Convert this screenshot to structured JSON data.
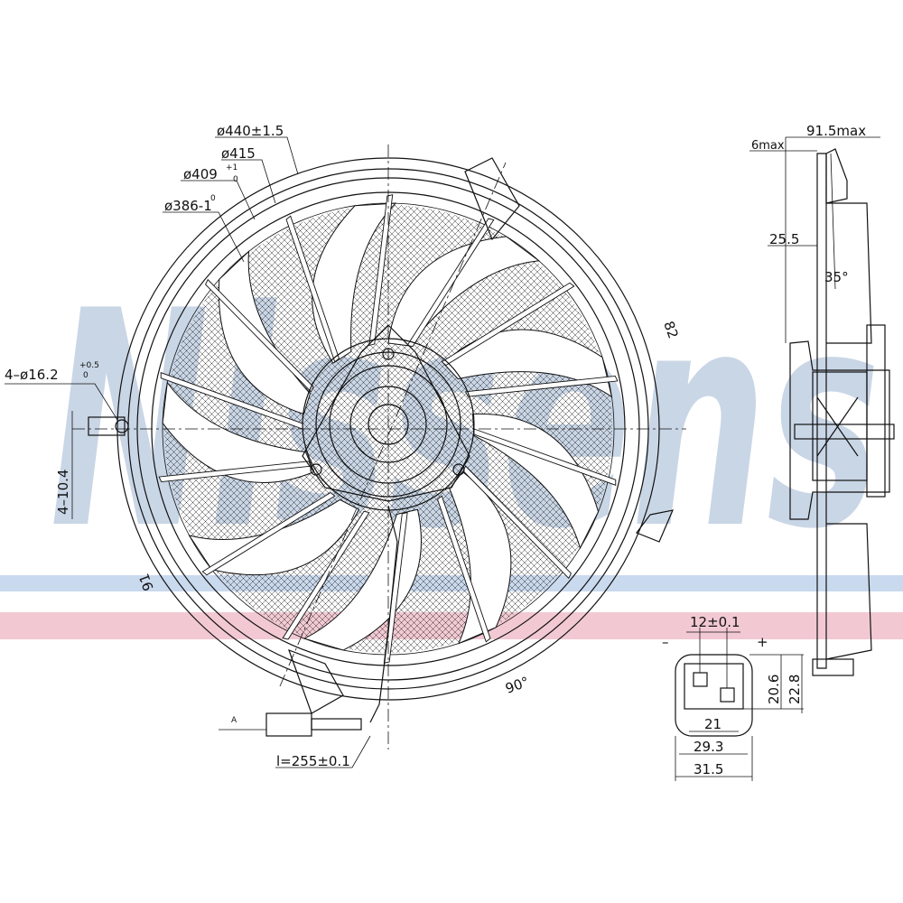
{
  "watermark": {
    "text": "Nissens",
    "color": "#c9d6e6",
    "stripe_blue": "#c9d9ee",
    "stripe_red": "#f2c9d2"
  },
  "front_view": {
    "dim_d440": "ø440±1.5",
    "dim_d415": "ø415",
    "dim_d409": "ø409",
    "dim_d409_tol_upper": "+1",
    "dim_d409_tol_lower": "0",
    "dim_d386": "ø386-1",
    "dim_d386_tol": "0",
    "dim_holes": "4–ø16.2",
    "dim_holes_tol_upper": "+0.5",
    "dim_holes_tol_lower": "0",
    "dim_slot": "4–10.4",
    "angle_top": "82",
    "angle_left": "91",
    "angle_bottom": "90°",
    "section_marker": "A",
    "cable_length": "l=255±0.1"
  },
  "side_view": {
    "dim_depth": "91.5max",
    "dim_6max": "6max",
    "dim_25_5": "25.5",
    "angle": "35°"
  },
  "connector": {
    "dim_pitch": "12±0.1",
    "minus": "–",
    "plus": "+",
    "dim_20_6": "20.6",
    "dim_22_8": "22.8",
    "dim_21": "21",
    "dim_29_3": "29.3",
    "dim_31_5": "31.5"
  }
}
